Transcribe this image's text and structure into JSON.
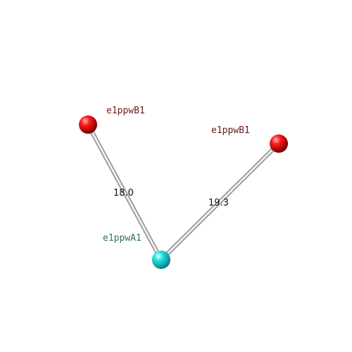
{
  "diagram": {
    "nodes": [
      {
        "id": "n1",
        "label": "e1ppwB1",
        "label_color": "#6b1a1a",
        "sphere_color": "#ee0000"
      },
      {
        "id": "n2",
        "label": "e1ppwB1",
        "label_color": "#6b1a1a",
        "sphere_color": "#ee0000"
      },
      {
        "id": "n3",
        "label": "e1ppwA1",
        "label_color": "#2f6f6f",
        "sphere_color": "#22dddd"
      }
    ],
    "edges": [
      {
        "from": "n1",
        "to": "n3",
        "label": "18.0"
      },
      {
        "from": "n2",
        "to": "n3",
        "label": "19.3"
      }
    ],
    "edge_color": "#cccccc",
    "background": "#ffffff"
  }
}
